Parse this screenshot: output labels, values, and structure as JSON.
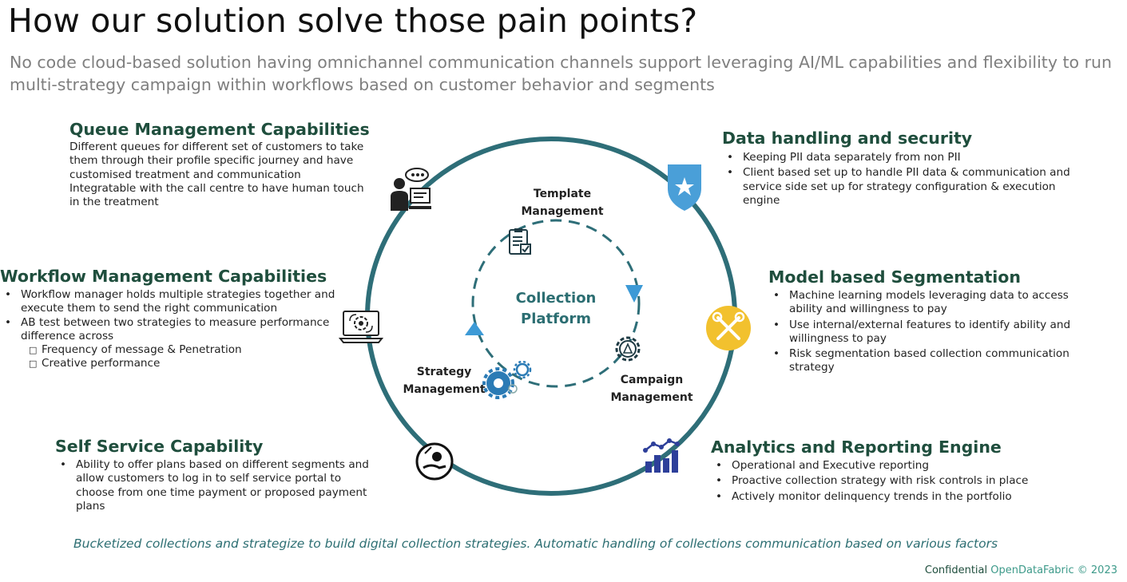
{
  "page": {
    "title": "How our solution solve those pain points?",
    "subtitle": "No code cloud-based solution having omnichannel communication channels support leveraging AI/ML capabilities and flexibility to run multi-strategy campaign within workflows based on customer behavior and segments"
  },
  "queue": {
    "heading": "Queue Management Capabilities",
    "lines": [
      "Different queues for different set of customers to take",
      "them through their profile specific journey and have",
      "customised treatment and communication",
      "Integratable with the call centre to have human touch",
      "in the treatment"
    ]
  },
  "workflow": {
    "heading": "Workflow Management Capabilities",
    "bullets": [
      "Workflow manager holds multiple strategies together and execute them to send the right communication",
      "AB test between two strategies to measure performance difference across"
    ],
    "sub_bullets": [
      "Frequency of message & Penetration",
      "Creative performance"
    ]
  },
  "self_service": {
    "heading": "Self Service Capability",
    "bullets": [
      "Ability to offer plans based on different segments and allow customers to log in to self service portal to choose from one time payment or proposed payment plans"
    ]
  },
  "data_security": {
    "heading": "Data handling and security",
    "bullets": [
      "Keeping PII data separately from non PII",
      "Client based set up to handle PII data & communication and service side set up for strategy configuration & execution engine"
    ]
  },
  "segmentation": {
    "heading": "Model based Segmentation",
    "bullets": [
      "Machine learning models leveraging data to access ability and willingness to pay",
      "Use internal/external features to identify ability and willingness to pay",
      "Risk segmentation based collection communication strategy"
    ]
  },
  "analytics": {
    "heading": "Analytics and Reporting Engine",
    "bullets": [
      "Operational and Executive reporting",
      "Proactive collection strategy with risk controls in place",
      "Actively monitor delinquency trends in the portfolio"
    ]
  },
  "cycle": {
    "center_line1": "Collection",
    "center_line2": "Platform",
    "template_line1": "Template",
    "template_line2": "Management",
    "strategy_line1": "Strategy",
    "strategy_line2": "Management",
    "campaign_line1": "Campaign",
    "campaign_line2": "Management"
  },
  "footer": {
    "note": "Bucketized collections and strategize to build digital collection strategies. Automatic handling of collections communication based on various factors",
    "confidential": "Confidential",
    "brand": "OpenDataFabric © 2023"
  },
  "colors": {
    "ring": "#2e6e78",
    "heading": "#1f4e3d",
    "arrow_blue": "#3d9ad6",
    "shield": "#4a9fd8",
    "tools_circle": "#f2c12e",
    "note": "#2c6e72"
  },
  "icons": [
    "person-with-computer-icon",
    "laptop-gear-icon",
    "hand-coin-icon",
    "shield-star-icon",
    "tools-icon",
    "bar-chart-icon",
    "checklist-icon",
    "gear-icon",
    "gears-icon"
  ]
}
